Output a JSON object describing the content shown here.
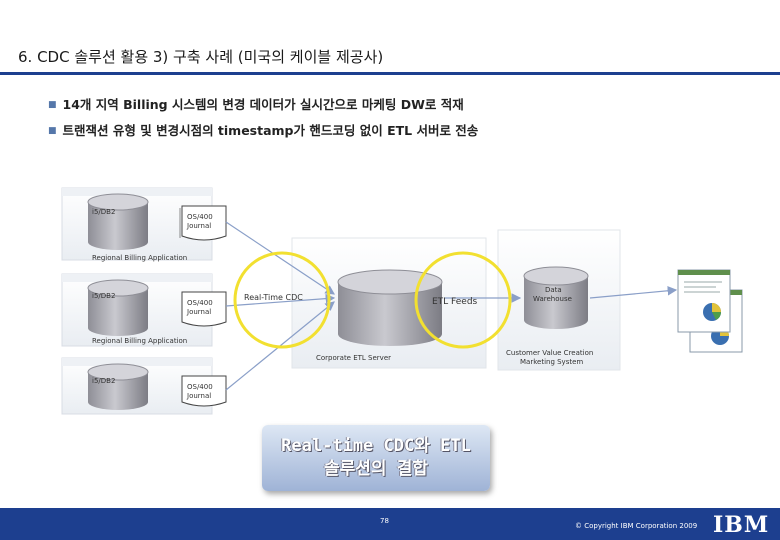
{
  "title": "6. CDC 솔루션 활용 3) 구축 사례 (미국의 케이블 제공사)",
  "bullets": [
    "14개 지역 Billing 시스템의 변경 데이터가 실시간으로 마케팅 DW로 적재",
    "트랜잭션 유형 및 변경시점의 timestamp가 핸드코딩 없이 ETL 서버로 전송"
  ],
  "diagram": {
    "db_label": "i5/DB2",
    "journal_label_1": "OS/400",
    "journal_label_2": "Journal",
    "region_label": "Regional Billing Application",
    "cdc_label": "Real-Time CDC",
    "etl_feeds_label": "ETL Feeds",
    "etl_server_label": "Corporate ETL Server",
    "dw_label_1": "Data",
    "dw_label_2": "Warehouse",
    "cvc_label_1": "Customer Value Creation",
    "cvc_label_2": "Marketing System",
    "colors": {
      "circle": "#f2e030",
      "db_fill": "#a9a9b1",
      "arrow": "#8a9fc8"
    }
  },
  "caption": {
    "line1": "Real-time CDC와 ETL",
    "line2": "솔루션의 결합"
  },
  "footer": {
    "page": "78",
    "copyright": "© Copyright IBM Corporation 2009",
    "logo": "IBM"
  }
}
